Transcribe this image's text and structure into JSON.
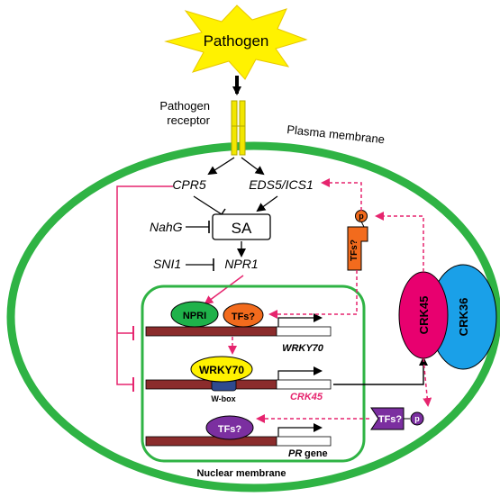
{
  "pathogen": {
    "label": "Pathogen",
    "fill_color": "#fff200",
    "text_color": "#000000"
  },
  "receptor": {
    "label_line1": "Pathogen",
    "label_line2": "receptor",
    "color": "#f2e600"
  },
  "plasma_membrane": {
    "label": "Plasma membrane",
    "color": "#2fb344"
  },
  "genes": {
    "cpr5": "CPR5",
    "eds5_ics1": "EDS5/ICS1",
    "nahg": "NahG",
    "sa": "SA",
    "sni1": "SNI1",
    "npr1": "NPR1"
  },
  "nucleus": {
    "label": "Nuclear membrane",
    "color": "#2fb344",
    "npri": "NPRI",
    "tfs_top": "TFs?",
    "wrky70_gene": "WRKY70",
    "wrky70_protein": "WRKY70",
    "w_box": "W-box",
    "crk45_gene": "CRK45",
    "tfs_bottom": "TFs?",
    "pr_gene": "PR",
    "pr_gene_suffix": "gene"
  },
  "kinases": {
    "crk45": "CRK45",
    "crk36": "CRK36",
    "crk45_color": "#e8006f",
    "crk36_color": "#1aa0e8"
  },
  "cytoplasm_tfs": {
    "orange_label": "TFs?",
    "orange_phospho": "p",
    "orange_color": "#f26b1d",
    "purple_label": "TFs?",
    "purple_phospho": "p",
    "purple_color": "#7b2fa0"
  },
  "colors": {
    "pink": "#e6246e",
    "dna": "#8b2c2c",
    "npri": "#1fb24a",
    "wrky70": "#fff200",
    "wbox": "#2e4a8f"
  }
}
